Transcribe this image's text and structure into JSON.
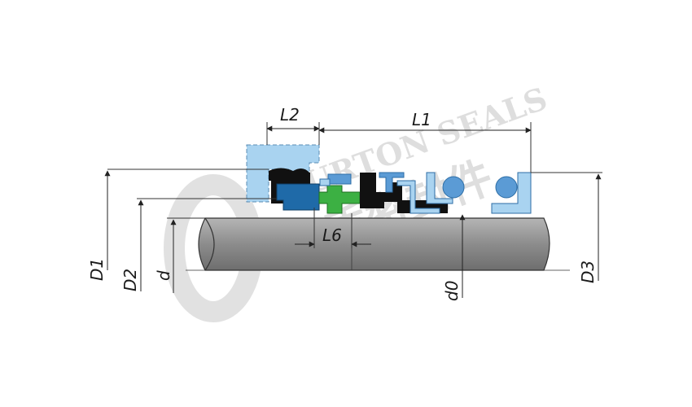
{
  "labels": {
    "l1": "L1",
    "l2": "L2",
    "l6": "L6",
    "d1": "D1",
    "d2": "D2",
    "d": "d",
    "d0": "d0",
    "d3": "D3"
  },
  "watermark": {
    "latin": "BURTON SEALS",
    "chinese": "博盾密封件"
  },
  "colors": {
    "shaft": "#8f8f8f",
    "light_blue": "#a9d3f0",
    "medium_blue": "#5b9bd5",
    "dark_blue": "#1f6aa8",
    "green": "#3cb043",
    "black": "#111111"
  }
}
